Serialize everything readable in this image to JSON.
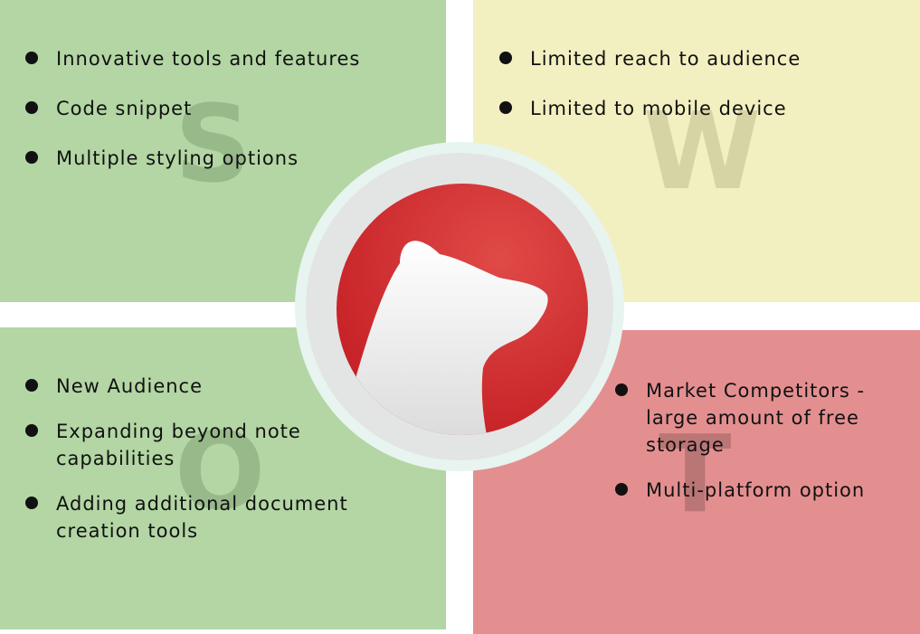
{
  "strengths": {
    "letter": "S",
    "items": [
      "Innovative tools and features",
      "Code snippet",
      "Multiple styling options"
    ]
  },
  "weaknesses": {
    "letter": "W",
    "items": [
      "Limited reach to audience",
      "Limited to mobile device"
    ]
  },
  "opportunities": {
    "letter": "O",
    "items": [
      "New Audience",
      "Expanding beyond note capabilities",
      "Adding additional document creation tools"
    ]
  },
  "threats": {
    "letter": "T",
    "items": [
      "Market Competitors - large amount of free storage",
      "Multi-platform option"
    ]
  },
  "colors": {
    "strengths_bg": "#b3d6a4",
    "weaknesses_bg": "#f2f0c1",
    "opportunities_bg": "#b3d6a4",
    "threats_bg": "#e38f90",
    "logo_red": "#d63438"
  },
  "logo": {
    "icon": "bear-icon"
  }
}
